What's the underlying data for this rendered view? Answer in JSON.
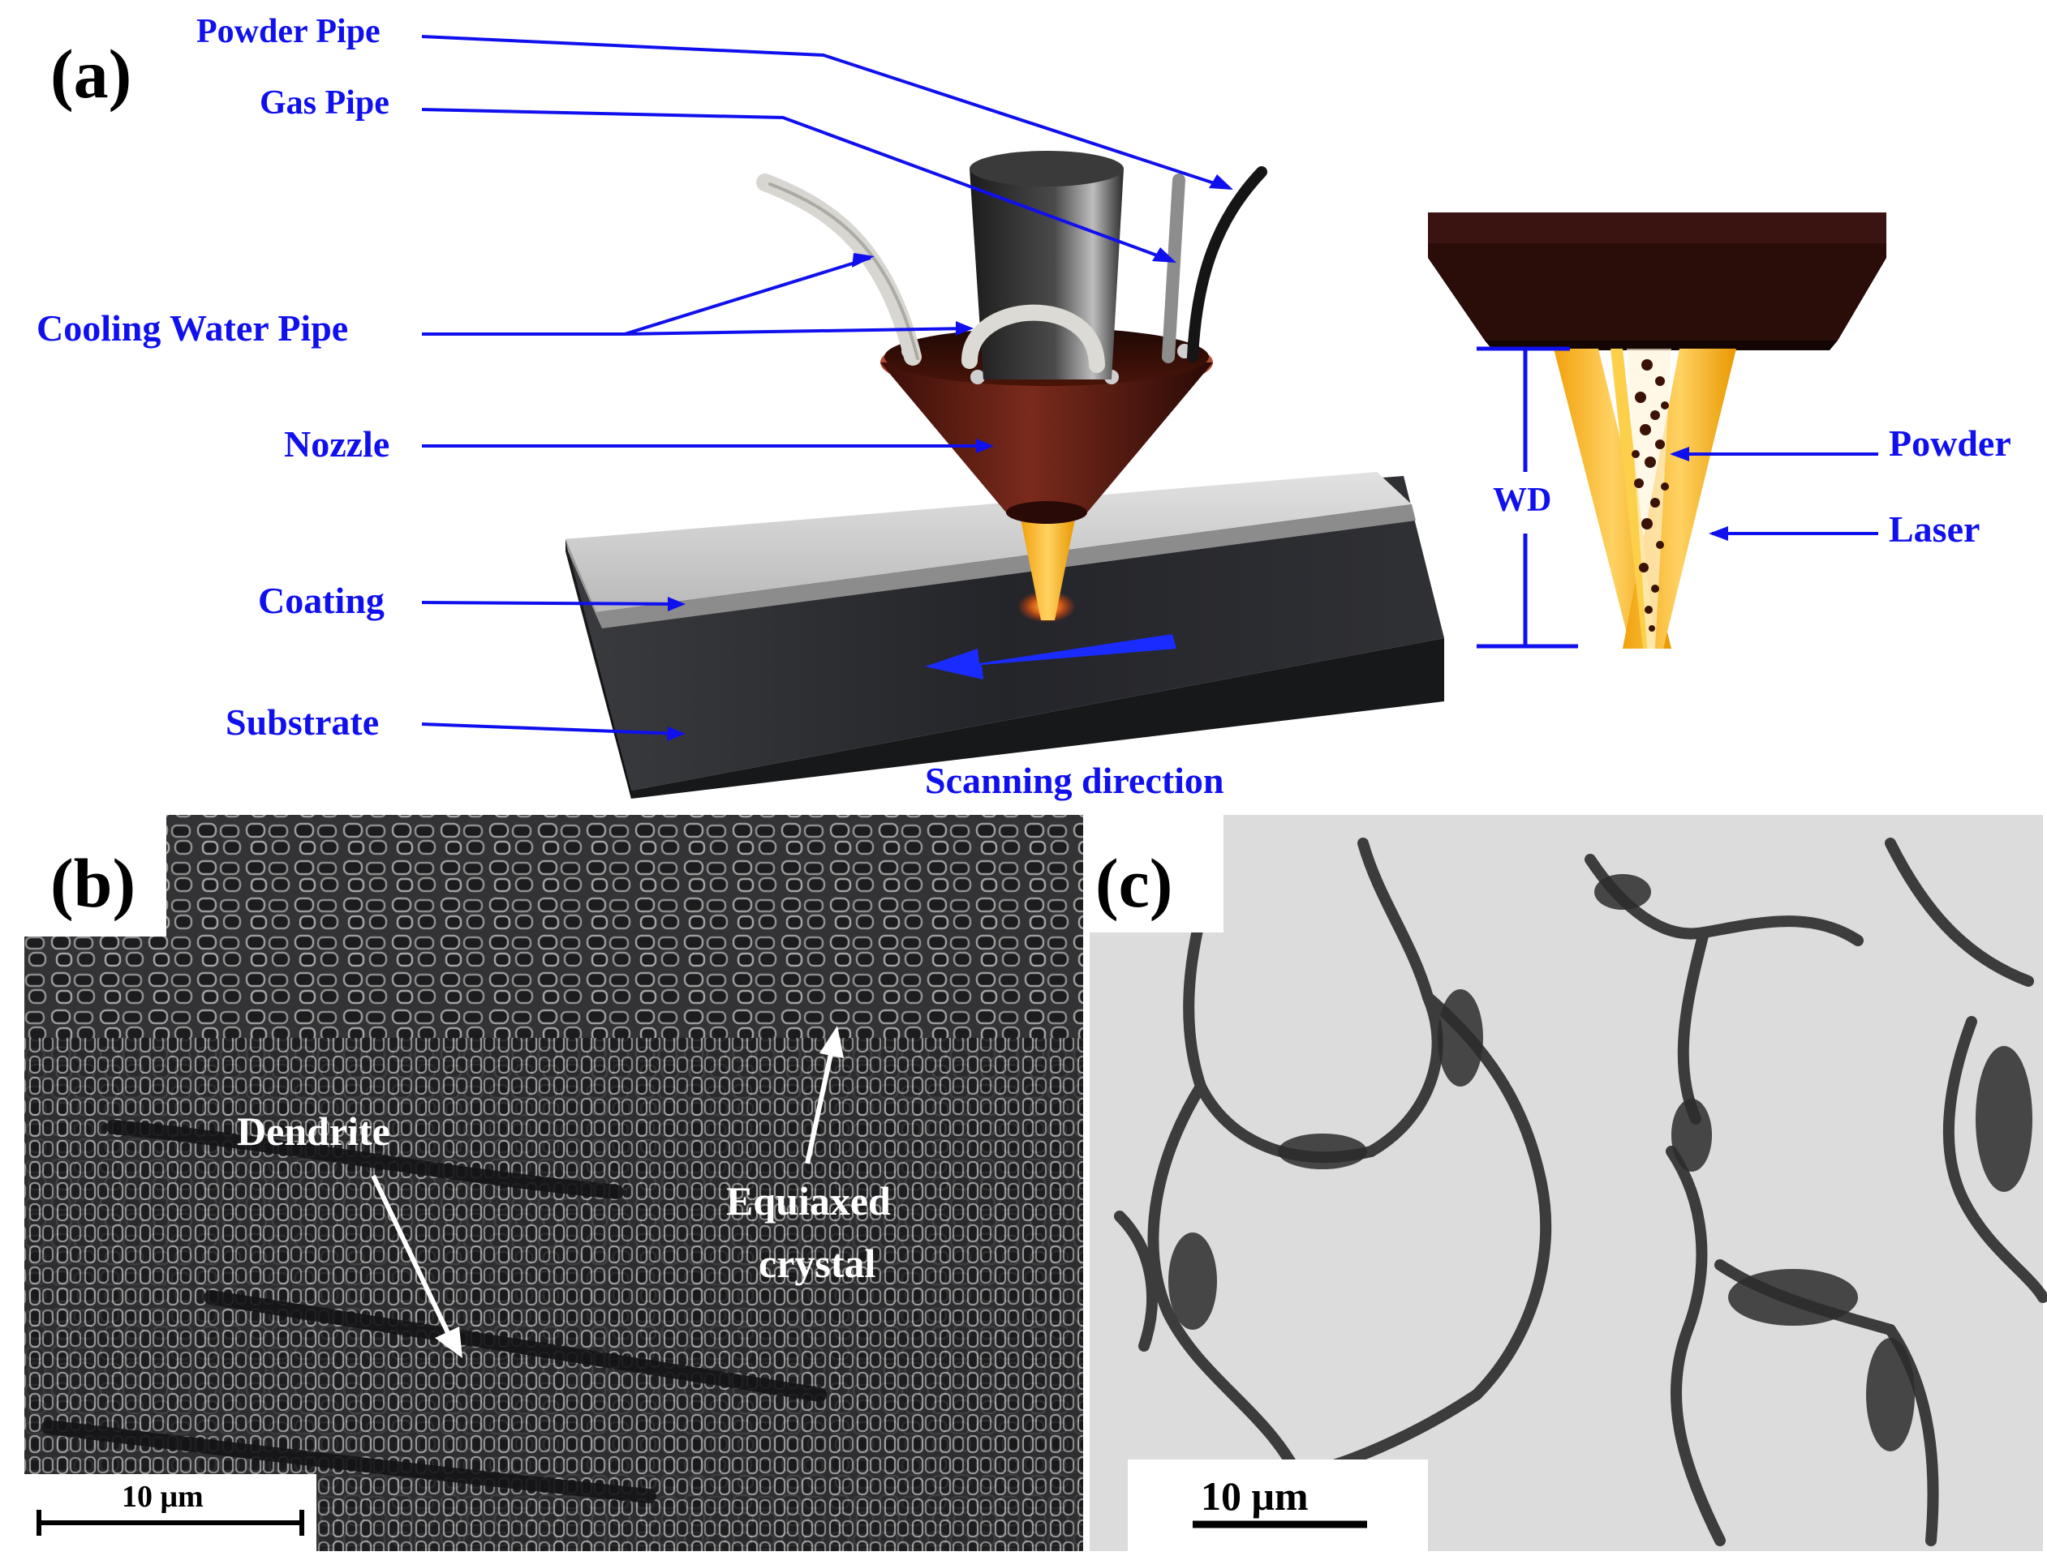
{
  "colors": {
    "label_blue": "#1010ee",
    "nozzle": "#5a1a12",
    "laser": "#f7b01a",
    "substrate": "#2c2d30",
    "coating": "#cfcfcf",
    "sem_dark": "#2a2a2a",
    "optical_light": "#d9d9d9"
  },
  "panel_a": {
    "letter": "(a)",
    "labels": {
      "powder_pipe": "Powder Pipe",
      "gas_pipe": "Gas Pipe",
      "cooling_water_pipe": "Cooling Water Pipe",
      "nozzle": "Nozzle",
      "coating": "Coating",
      "substrate": "Substrate",
      "scanning_direction": "Scanning direction",
      "wd": "WD",
      "powder": "Powder",
      "laser": "Laser"
    }
  },
  "panel_b": {
    "letter": "(b)",
    "labels": {
      "dendrite": "Dendrite",
      "equiaxed_line1": "Equiaxed",
      "equiaxed_line2": "crystal"
    },
    "scale_bar": "10 μm"
  },
  "panel_c": {
    "letter": "(c)",
    "scale_bar": "10 μm"
  }
}
